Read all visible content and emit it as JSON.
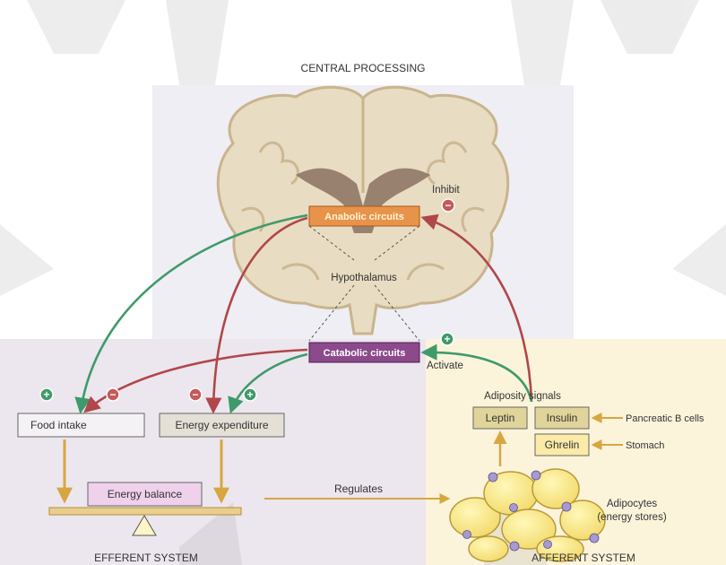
{
  "title": "CENTRAL PROCESSING",
  "brain": {
    "anabolic": "Anabolic circuits",
    "catabolic": "Catabolic circuits",
    "hypothalamus": "Hypothalamus",
    "inhibit": "Inhibit",
    "activate": "Activate"
  },
  "efferent": {
    "label": "EFFERENT SYSTEM",
    "food_intake": "Food intake",
    "energy_expenditure": "Energy expenditure",
    "energy_balance": "Energy balance"
  },
  "regulates": "Regulates",
  "afferent": {
    "label": "AFFERENT SYSTEM",
    "adiposity_signals": "Adiposity signals",
    "leptin": "Leptin",
    "insulin": "Insulin",
    "ghrelin": "Ghrelin",
    "pancreatic": "Pancreatic B cells",
    "stomach": "Stomach",
    "adipocytes": "Adipocytes",
    "adipocytes_sub": "(energy stores)"
  },
  "signs": {
    "plus": "+",
    "minus": "−"
  },
  "colors": {
    "brain_fill": "#e8dcc2",
    "brain_stroke": "#c9b48d",
    "anabolic_fill": "#e7944a",
    "catabolic_fill": "#8c4a8c",
    "red_arrow": "#b0474a",
    "green_arrow": "#3f9a6b",
    "gold_arrow": "#d8a640",
    "efferent_bg": "#ece6ee",
    "afferent_bg": "#fbf4db"
  }
}
